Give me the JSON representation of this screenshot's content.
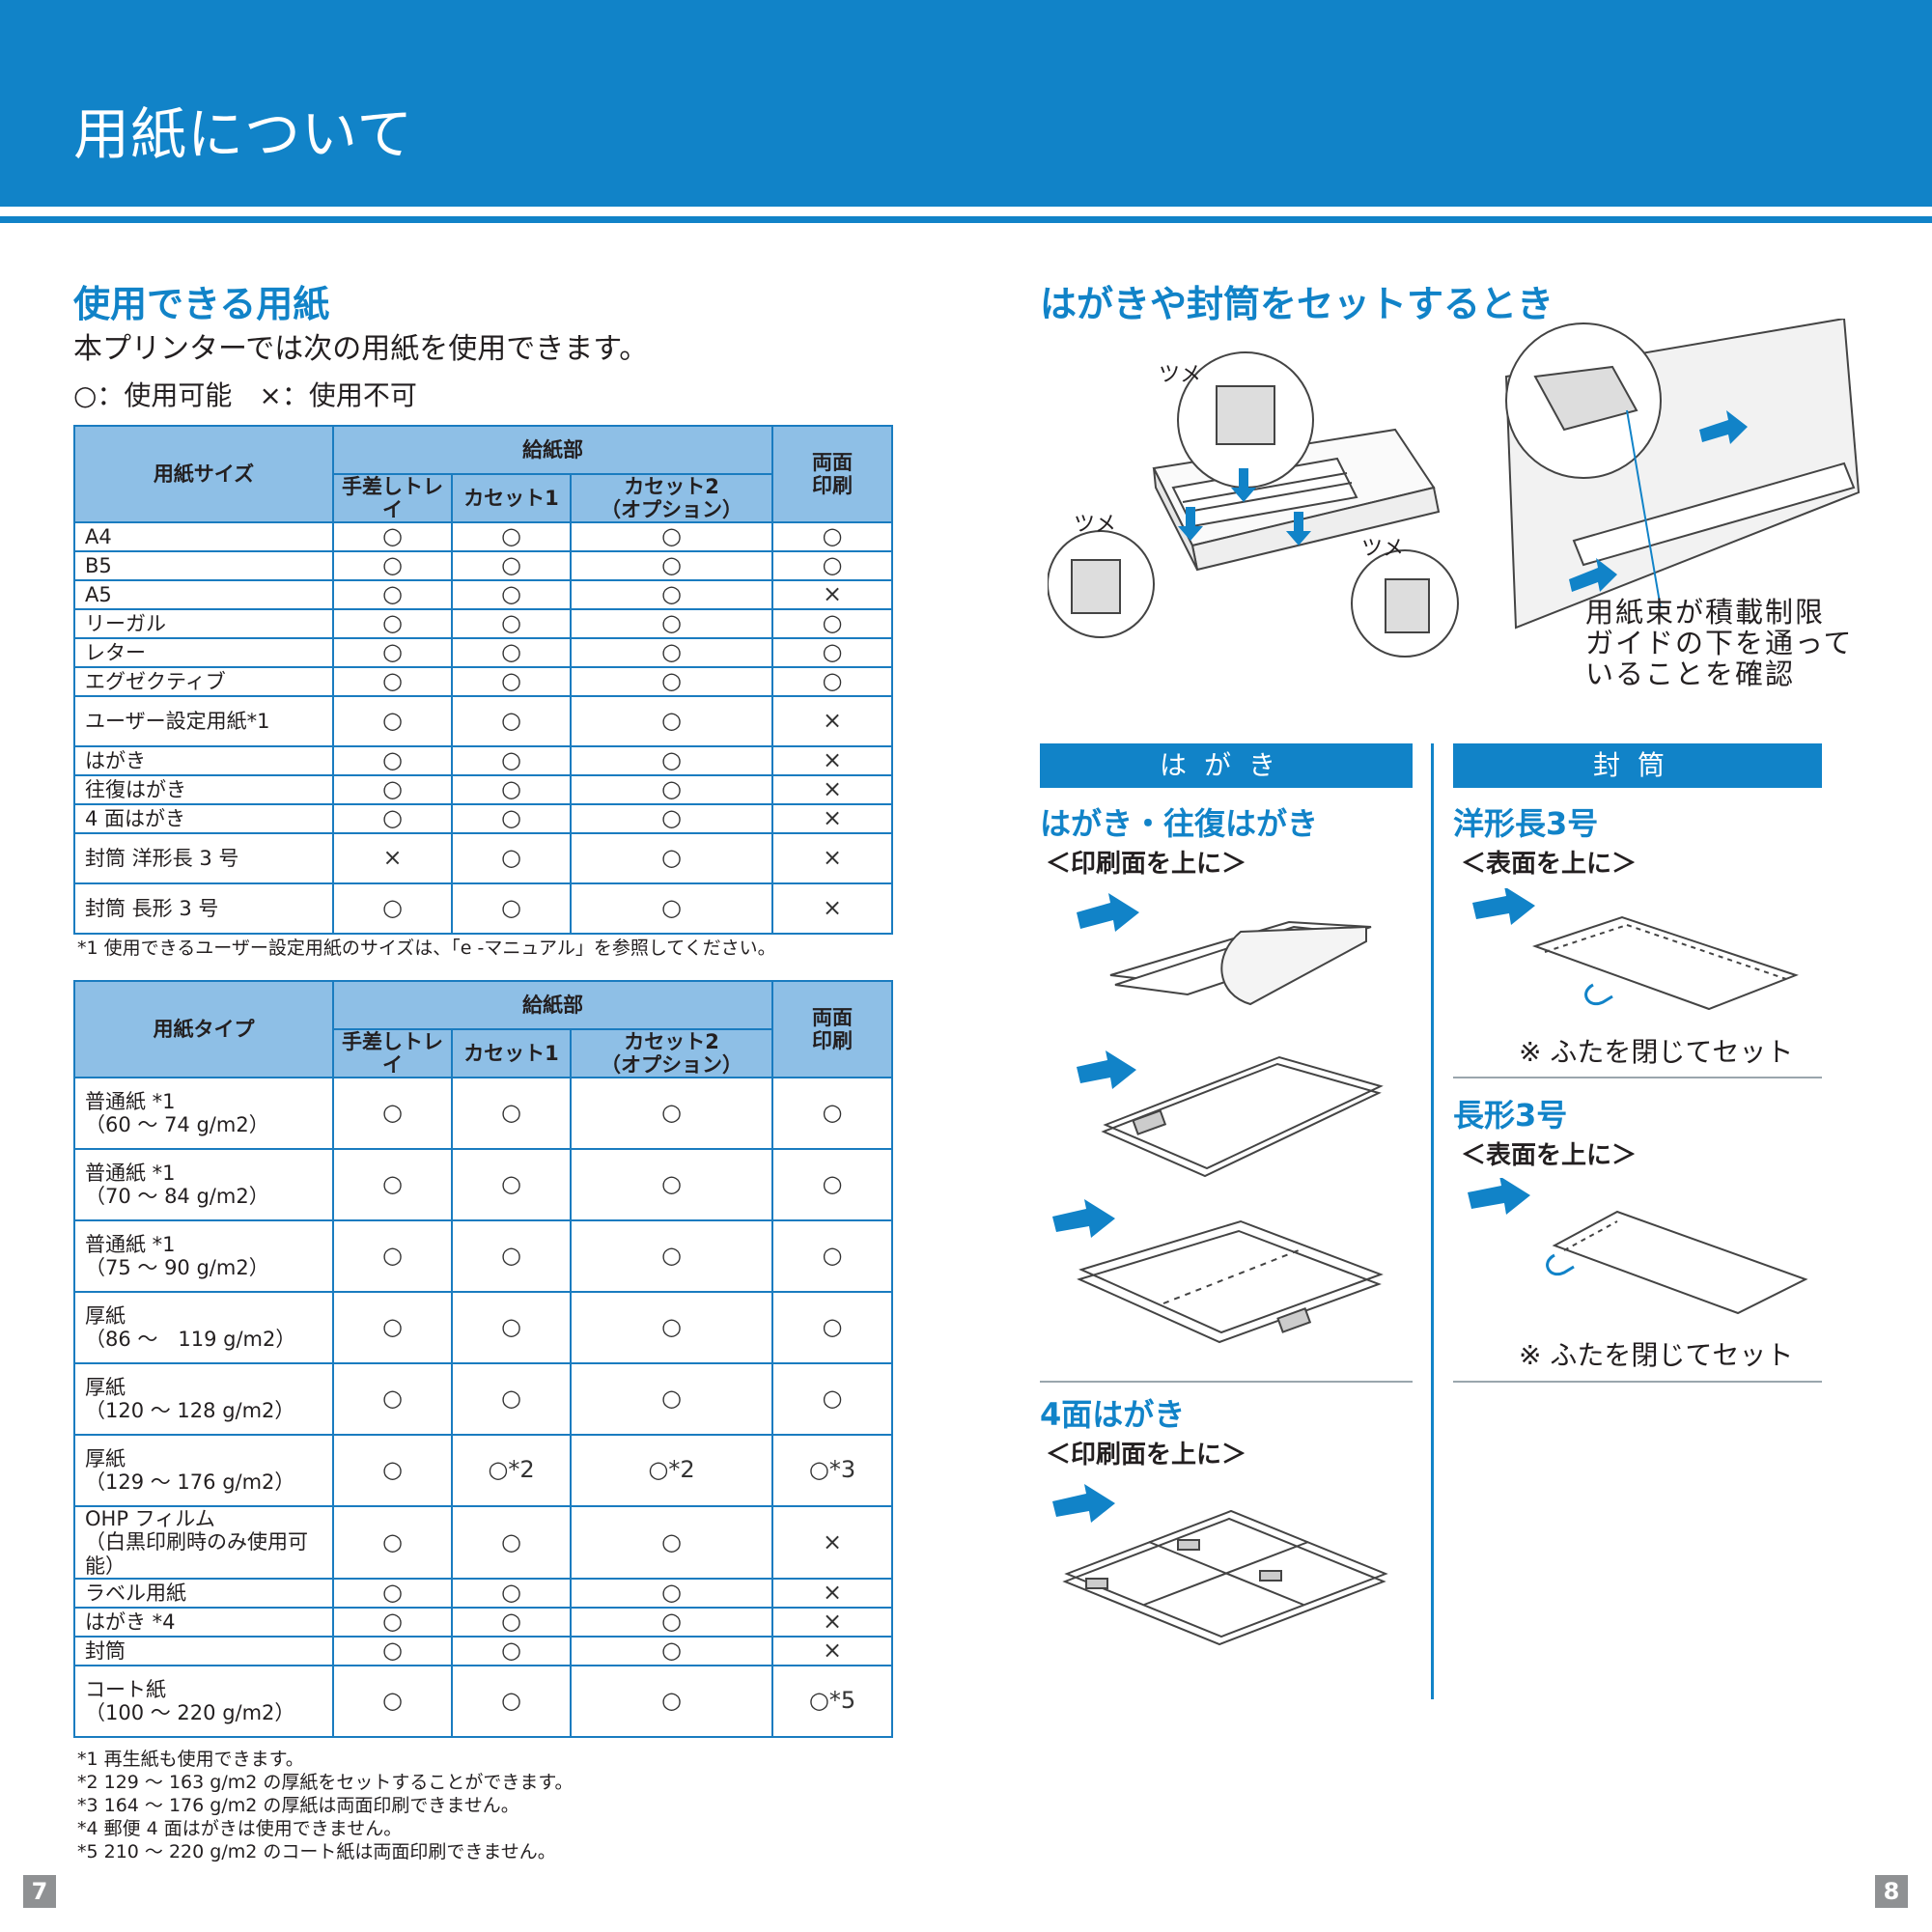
{
  "page_title": "用紙について",
  "left": {
    "heading": "使用できる用紙",
    "intro": "本プリンターでは次の用紙を使用できます。",
    "legend": "○：使用可能　×：使用不可",
    "table1": {
      "col_size": "用紙サイズ",
      "col_feed": "給紙部",
      "col_tray": "手差しトレイ",
      "col_cassette1": "カセット1",
      "col_cassette2": "カセット2",
      "col_cassette2_opt": "（オプション）",
      "col_duplex": "両面",
      "col_duplex2": "印刷",
      "rows": [
        {
          "name": "A4",
          "tray": "○",
          "c1": "○",
          "c2": "○",
          "duplex": "○"
        },
        {
          "name": "B5",
          "tray": "○",
          "c1": "○",
          "c2": "○",
          "duplex": "○"
        },
        {
          "name": "A5",
          "tray": "○",
          "c1": "○",
          "c2": "○",
          "duplex": "×"
        },
        {
          "name": "リーガル",
          "tray": "○",
          "c1": "○",
          "c2": "○",
          "duplex": "○"
        },
        {
          "name": "レター",
          "tray": "○",
          "c1": "○",
          "c2": "○",
          "duplex": "○"
        },
        {
          "name": "エグゼクティブ",
          "tray": "○",
          "c1": "○",
          "c2": "○",
          "duplex": "○"
        },
        {
          "name": "ユーザー設定用紙*1",
          "tray": "○",
          "c1": "○",
          "c2": "○",
          "duplex": "×"
        },
        {
          "name": "はがき",
          "tray": "○",
          "c1": "○",
          "c2": "○",
          "duplex": "×"
        },
        {
          "name": "往復はがき",
          "tray": "○",
          "c1": "○",
          "c2": "○",
          "duplex": "×"
        },
        {
          "name": "4 面はがき",
          "tray": "○",
          "c1": "○",
          "c2": "○",
          "duplex": "×"
        },
        {
          "name": "封筒 洋形長 3 号",
          "tray": "×",
          "c1": "○",
          "c2": "○",
          "duplex": "×"
        },
        {
          "name": "封筒 長形 3 号",
          "tray": "○",
          "c1": "○",
          "c2": "○",
          "duplex": "×"
        }
      ],
      "footnote": "*1 使用できるユーザー設定用紙のサイズは、「e -マニュアル」を参照してください。"
    },
    "table2": {
      "col_type": "用紙タイプ",
      "rows": [
        {
          "name": "普通紙 *1",
          "sub": "（60 ～ 74 g/m2）",
          "tray": "○",
          "c1": "○",
          "c2": "○",
          "duplex": "○"
        },
        {
          "name": "普通紙 *1",
          "sub": "（70 ～ 84 g/m2）",
          "tray": "○",
          "c1": "○",
          "c2": "○",
          "duplex": "○"
        },
        {
          "name": "普通紙 *1",
          "sub": "（75 ～ 90 g/m2）",
          "tray": "○",
          "c1": "○",
          "c2": "○",
          "duplex": "○"
        },
        {
          "name": "厚紙",
          "sub": "（86 ～　119 g/m2）",
          "tray": "○",
          "c1": "○",
          "c2": "○",
          "duplex": "○"
        },
        {
          "name": "厚紙",
          "sub": "（120 ～ 128 g/m2）",
          "tray": "○",
          "c1": "○",
          "c2": "○",
          "duplex": "○"
        },
        {
          "name": "厚紙",
          "sub": "（129 ～ 176 g/m2）",
          "tray": "○",
          "c1": "○*2",
          "c2": "○*2",
          "duplex": "○*3"
        },
        {
          "name": "OHP フィルム",
          "sub": "（白黒印刷時のみ使用可能）",
          "tray": "○",
          "c1": "○",
          "c2": "○",
          "duplex": "×"
        },
        {
          "name": "ラベル用紙",
          "sub": "",
          "tray": "○",
          "c1": "○",
          "c2": "○",
          "duplex": "×"
        },
        {
          "name": "はがき *4",
          "sub": "",
          "tray": "○",
          "c1": "○",
          "c2": "○",
          "duplex": "×"
        },
        {
          "name": "封筒",
          "sub": "",
          "tray": "○",
          "c1": "○",
          "c2": "○",
          "duplex": "×"
        },
        {
          "name": "コート紙",
          "sub": "（100 ～ 220 g/m2）",
          "tray": "○",
          "c1": "○",
          "c2": "○",
          "duplex": "○*5"
        }
      ],
      "footnotes": [
        "*1 再生紙も使用できます。",
        "*2 129 ～ 163 g/m2 の厚紙をセットすることができます。",
        "*3 164 ～ 176 g/m2 の厚紙は両面印刷できません。",
        "*4 郵便 4 面はがきは使用できません。",
        "*5 210 ～ 220 g/m2 のコート紙は両面印刷できません。"
      ]
    }
  },
  "right": {
    "heading": "はがきや封筒をセットするとき",
    "tsume_labels": [
      "ツメ",
      "ツメ",
      "ツメ"
    ],
    "check_caption": [
      "用紙束が積載制限",
      "ガイドの下を通って",
      "いることを確認"
    ],
    "postcard": {
      "header": "はがき",
      "title1": "はがき・往復はがき",
      "orient1": "＜印刷面を上に＞",
      "title2": "4面はがき",
      "orient2": "＜印刷面を上に＞"
    },
    "envelope": {
      "header": "封筒",
      "title1": "洋形長3号",
      "orient1": "＜表面を上に＞",
      "note1": "※ ふたを閉じてセット",
      "title2": "長形3号",
      "orient2": "＜表面を上に＞",
      "note2": "※ ふたを閉じてセット"
    }
  },
  "page_numbers": {
    "left": "7",
    "right": "8"
  },
  "colors": {
    "brand_blue": "#1183c8",
    "table_header": "#8ebfe6"
  }
}
